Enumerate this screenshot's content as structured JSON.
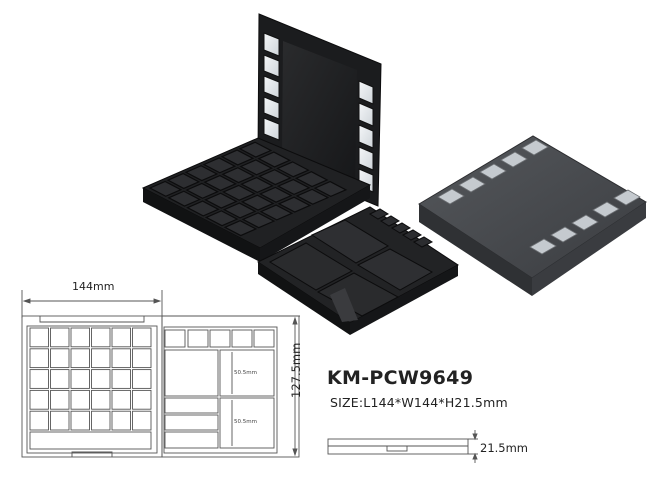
{
  "product": {
    "model": "KM-PCW9649",
    "size_label": "SIZE:L144*W144*H21.5mm"
  },
  "drawing": {
    "width_dim": "144mm",
    "height_dim": "127.5mm",
    "thickness_dim": "21.5mm",
    "compartment_dim_top": "50.5mm",
    "compartment_dim_bottom": "50.5mm",
    "left_grid": {
      "rows": 5,
      "cols": 6
    },
    "right_top_row_cells": 5
  },
  "photos": {
    "open_palette": "open-palette-photo",
    "closed_palette": "closed-palette-photo"
  },
  "colors": {
    "plastic_black": "#1c1d1f",
    "plastic_dark": "#2b2c2e",
    "closed_case": "#4a4c50",
    "window_white": "#e8ecef",
    "line": "#555555"
  }
}
